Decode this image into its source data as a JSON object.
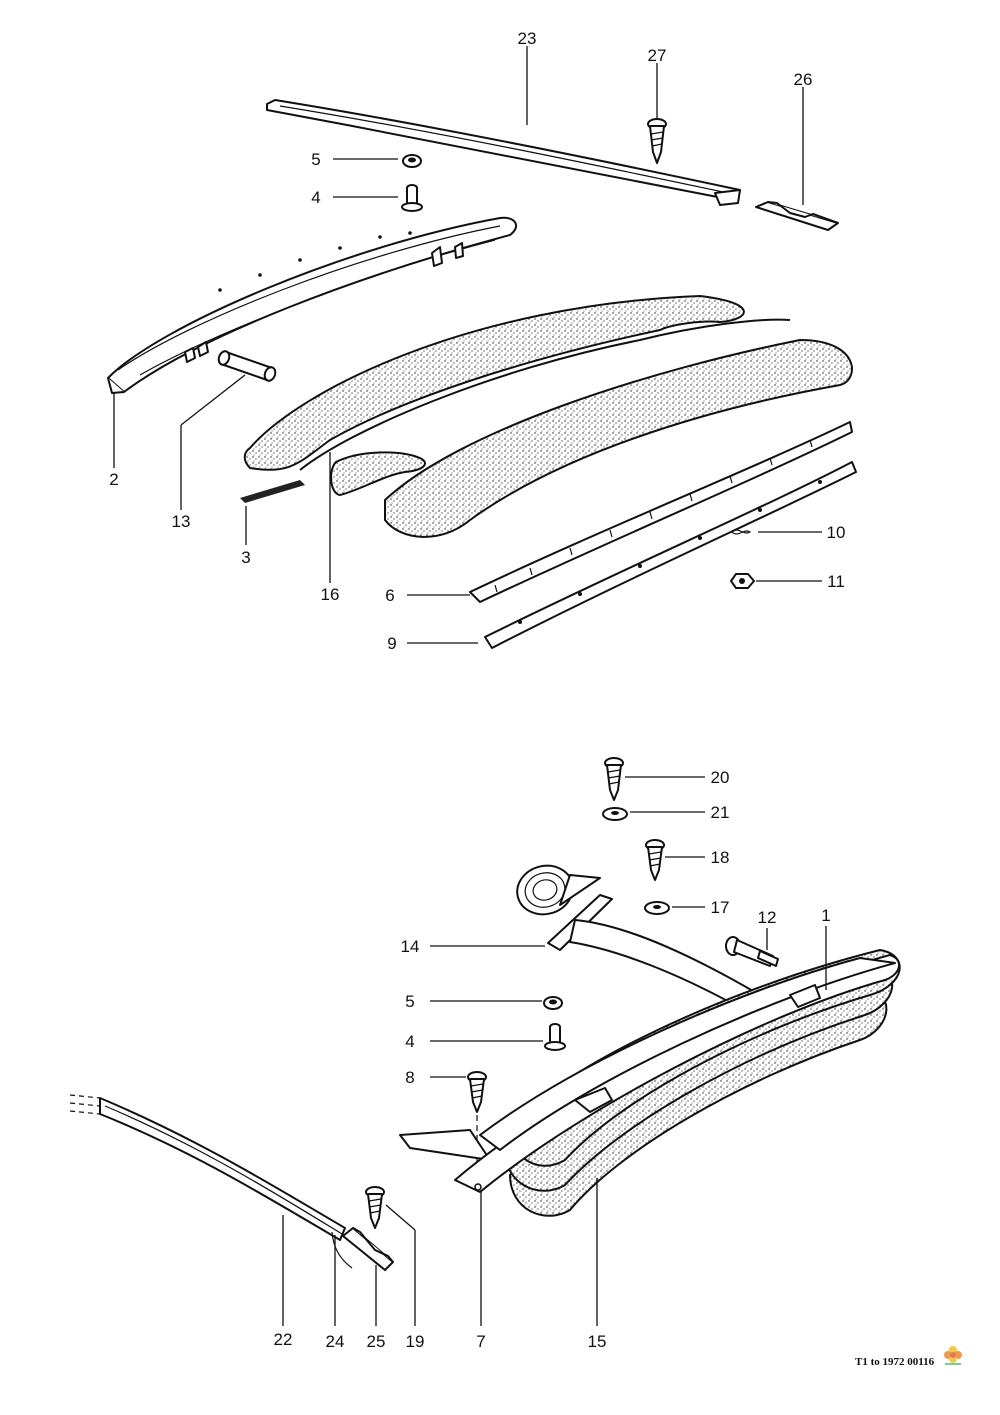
{
  "diagram": {
    "labels": {
      "upper": [
        "23",
        "27",
        "26",
        "5",
        "4",
        "2",
        "13",
        "3",
        "16",
        "6",
        "9",
        "10",
        "11"
      ],
      "lower": [
        "20",
        "21",
        "18",
        "17",
        "12",
        "1",
        "14",
        "5",
        "4",
        "8",
        "22",
        "24",
        "25",
        "19",
        "7",
        "15"
      ]
    }
  },
  "footer": {
    "reference": "T1 to 1972 00116"
  },
  "logo": {
    "icon": "flower-logo-icon"
  }
}
